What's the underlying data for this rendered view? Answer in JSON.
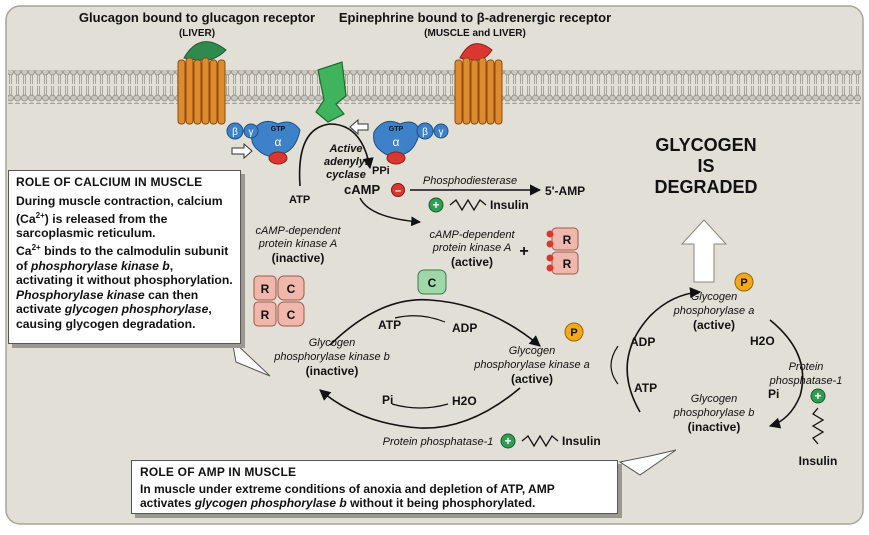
{
  "header": {
    "glucagon": "Glucagon bound to glucagon receptor",
    "glucagon_site": "(LIVER)",
    "epinephrine": "Epinephrine bound to β-adrenergic receptor",
    "epinephrine_site": "(MUSCLE and LIVER)"
  },
  "gprotein": {
    "beta": "β",
    "gamma": "γ",
    "alpha": "α",
    "gtp": "GTP"
  },
  "cyclase": {
    "l1": "Active",
    "l2": "adenylyl",
    "l3": "cyclase"
  },
  "molecules": {
    "atp": "ATP",
    "ppi": "PPi",
    "camp": "cAMP",
    "minus": "–",
    "phosphodiesterase": "Phosphodiesterase",
    "amp5": "5'-AMP",
    "insulin": "Insulin",
    "plus": "+",
    "adp": "ADP",
    "h2o": "H2O",
    "pi": "Pi",
    "p": "P"
  },
  "pka": {
    "inactive_l1": "cAMP-dependent",
    "inactive_l2": "protein kinase A",
    "inactive_state": "(inactive)",
    "active_l1": "cAMP-dependent",
    "active_l2": "protein kinase A",
    "active_state": "(active)",
    "r": "R",
    "c": "C"
  },
  "phk": {
    "b_l1": "Glycogen",
    "b_l2": "phosphorylase kinase b",
    "b_state": "(inactive)",
    "a_l1": "Glycogen",
    "a_l2": "phosphorylase kinase a",
    "a_state": "(active)"
  },
  "gp": {
    "a_l1": "Glycogen",
    "a_l2": "phosphorylase a",
    "a_state": "(active)",
    "b_l1": "Glycogen",
    "b_l2": "phosphorylase b",
    "b_state": "(inactive)"
  },
  "pp1": {
    "label": "Protein phosphatase-1",
    "l1": "Protein",
    "l2": "phosphatase-1"
  },
  "result": {
    "l1": "GLYCOGEN",
    "l2": "IS",
    "l3": "DEGRADED"
  },
  "calcium_box": {
    "title": "ROLE OF CALCIUM IN MUSCLE",
    "t1": "During muscle contraction, calcium (Ca",
    "sup1": "2+",
    "t2": ") is released from the sarcoplasmic reticulum.",
    "t3": "Ca",
    "sup2": "2+",
    "t4": " binds to the calmodulin subunit of ",
    "i1": "phosphorylase kinase b",
    "t5": ", activating it without phosphorylation. ",
    "i2": "Phosphorylase kinase",
    "t6": " can then activate ",
    "i3": "glycogen phosphorylase",
    "t7": ", causing glycogen degradation."
  },
  "amp_box": {
    "title": "ROLE OF AMP IN MUSCLE",
    "t1": "In muscle under extreme conditions of anoxia and depletion of ATP, AMP activates ",
    "i1": "glycogen phosphorylase b",
    "t2": " without it being phosphorylated."
  },
  "colors": {
    "background": "#e2dfd6",
    "helix": "#e08a2e",
    "blue": "#3d82c8",
    "red": "#d9372f",
    "green": "#2f9e52",
    "pink": "#f2b7ac",
    "phospho": "#f6a81c"
  }
}
